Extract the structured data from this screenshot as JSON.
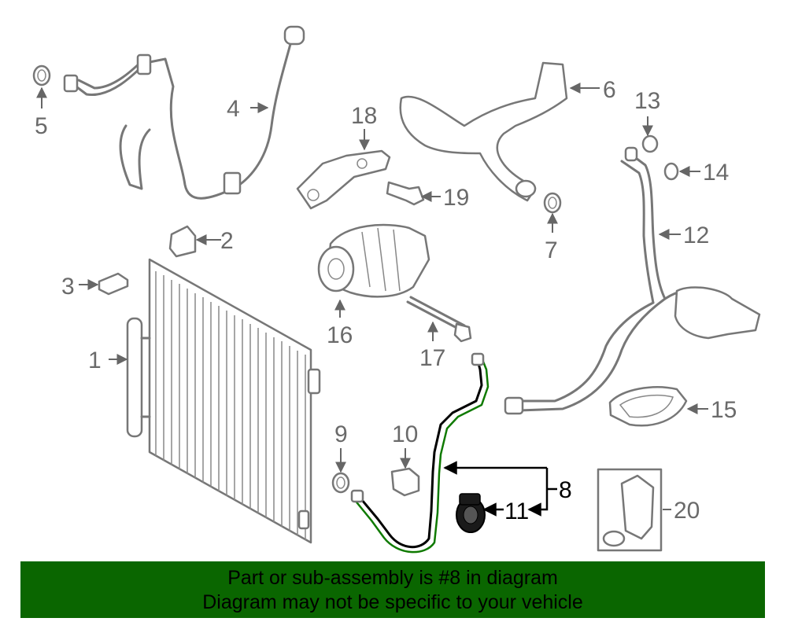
{
  "callouts": {
    "c1": "1",
    "c2": "2",
    "c3": "3",
    "c4": "4",
    "c5": "5",
    "c6": "6",
    "c7": "7",
    "c8": "8",
    "c9": "9",
    "c10": "10",
    "c11": "11",
    "c12": "12",
    "c13": "13",
    "c14": "14",
    "c15": "15",
    "c16": "16",
    "c17": "17",
    "c18": "18",
    "c19": "19",
    "c20": "20"
  },
  "banner": {
    "line1": "Part or sub-assembly is #8 in diagram",
    "line2": "Diagram may not be specific to your vehicle"
  },
  "colors": {
    "banner_bg": "#0a6600",
    "highlight_part": "#0f7a00",
    "line_art": "#777777"
  }
}
